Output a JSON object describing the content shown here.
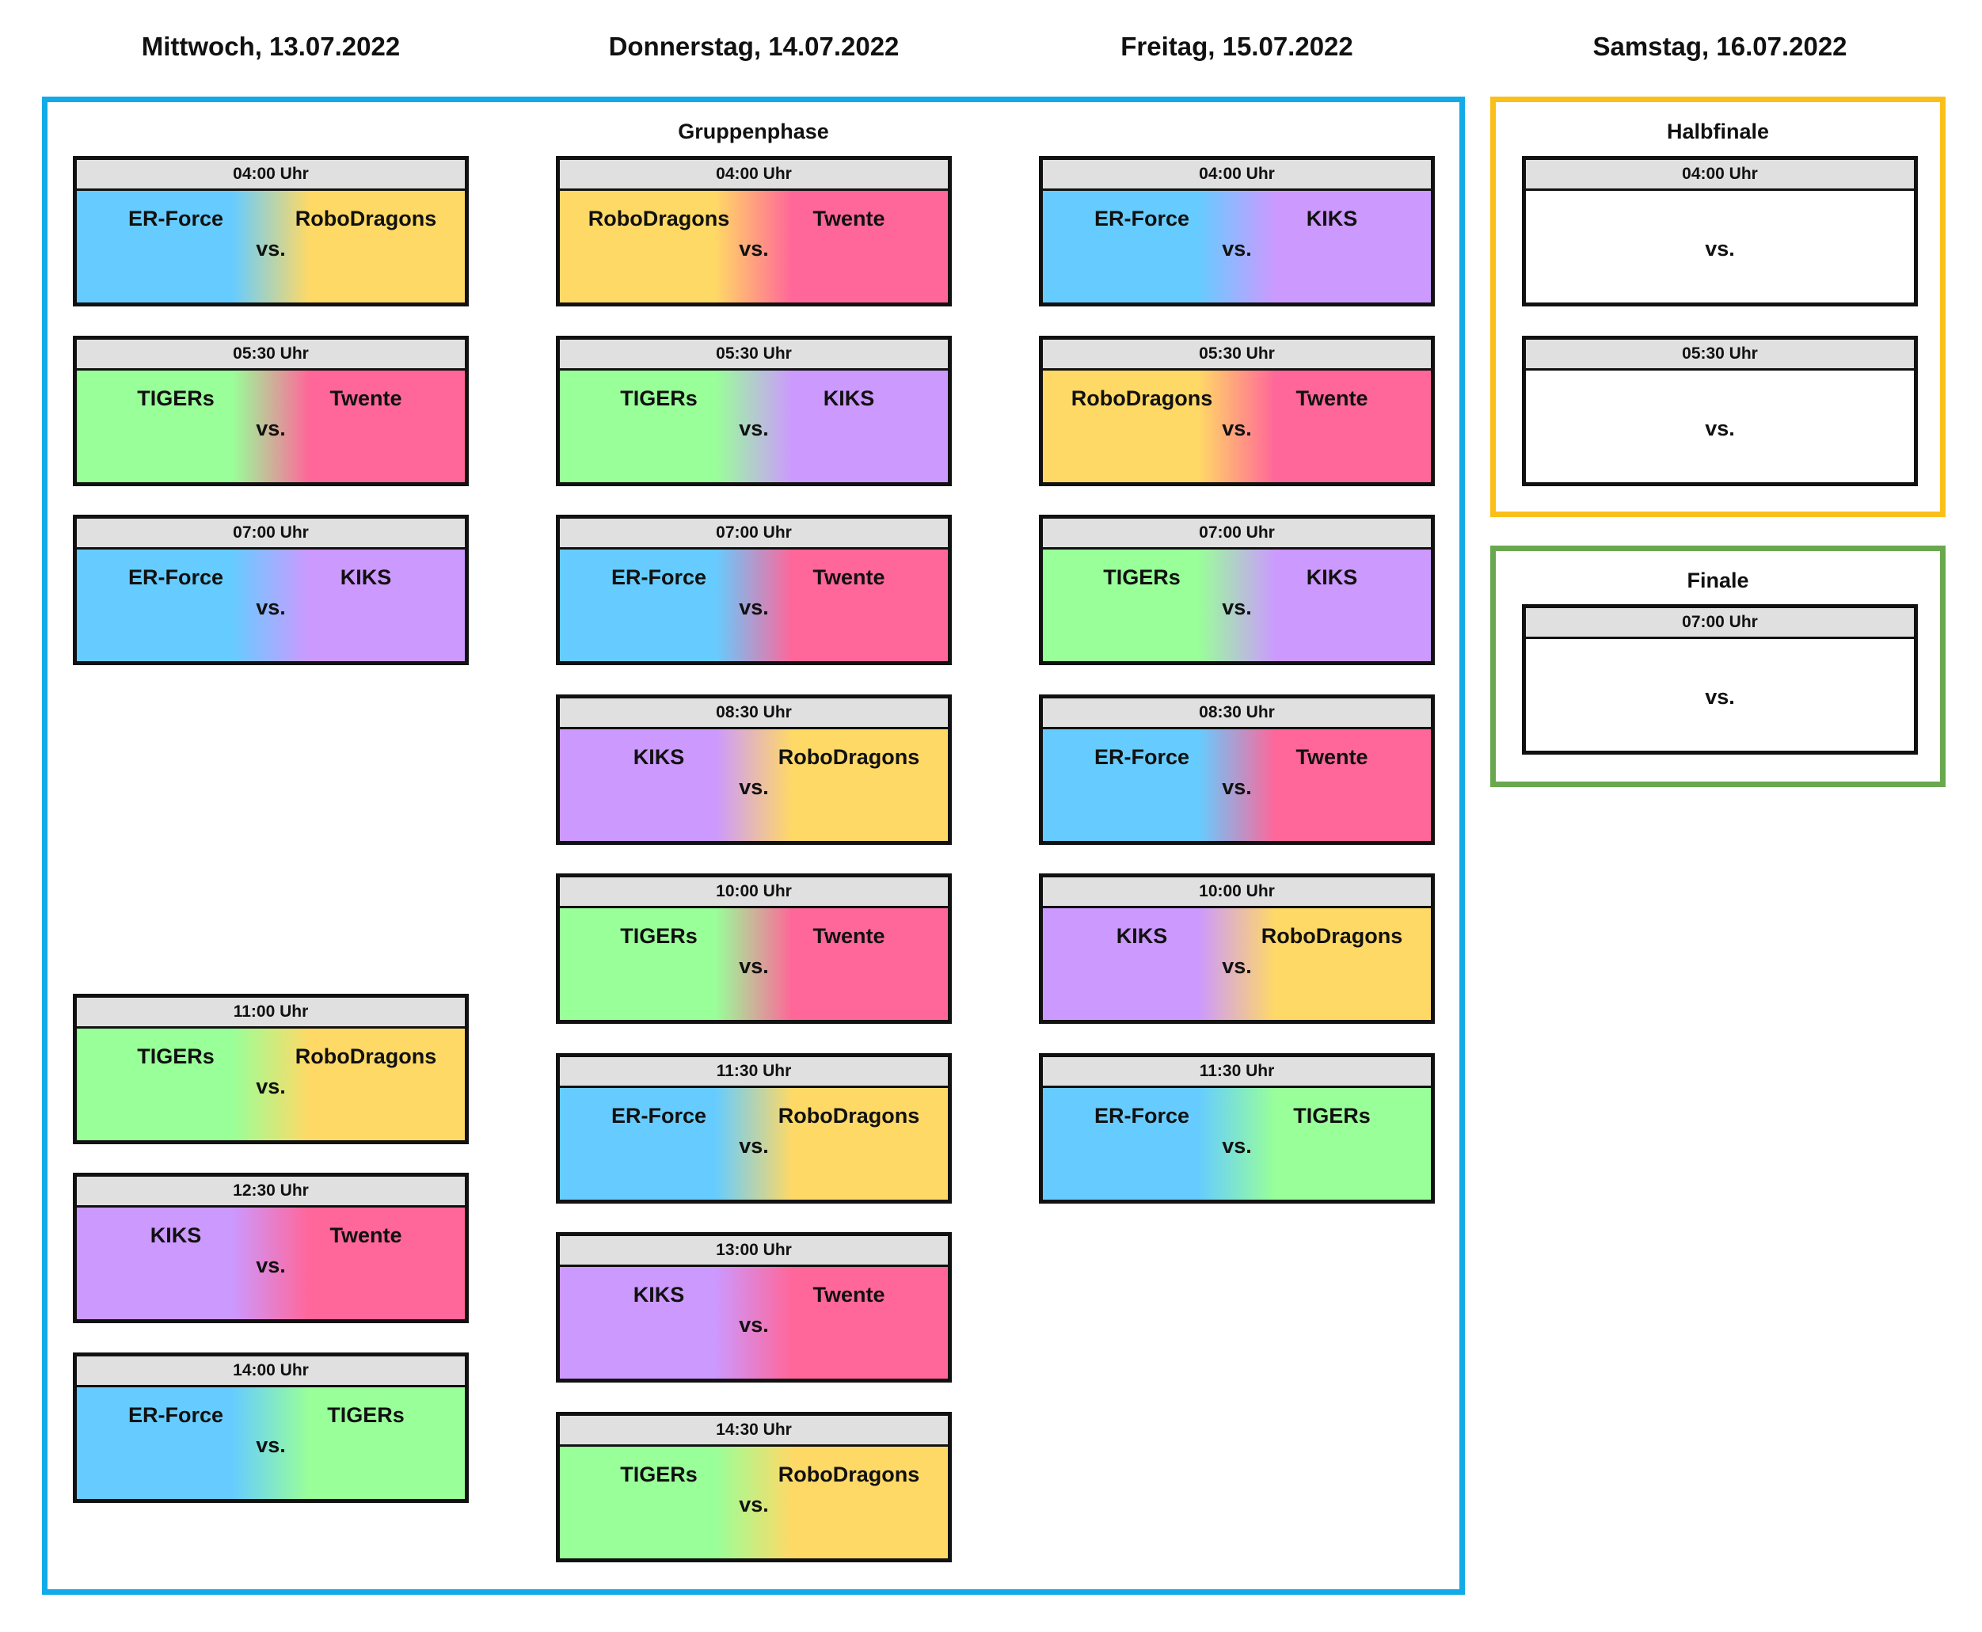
{
  "days": [
    {
      "label": "Mittwoch, 13.07.2022"
    },
    {
      "label": "Donnerstag, 14.07.2022"
    },
    {
      "label": "Freitag, 15.07.2022"
    },
    {
      "label": "Samstag, 16.07.2022"
    }
  ],
  "vs_label": "vs.",
  "colors": {
    "ER-Force": "#66ccff",
    "RoboDragons": "#ffd966",
    "Twente": "#ff6699",
    "TIGERs": "#99ff99",
    "KIKS": "#cc99ff",
    "gruppenphase_frame": "#12abe8",
    "halbfinale_frame": "#fbbf1a",
    "finale_frame": "#6aa84f"
  },
  "stages": {
    "gruppenphase": {
      "title": "Gruppenphase"
    },
    "halbfinale": {
      "title": "Halbfinale"
    },
    "finale": {
      "title": "Finale"
    }
  },
  "matches": [
    {
      "day": 0,
      "slot": 0,
      "time": "04:00 Uhr",
      "home": "ER-Force",
      "away": "RoboDragons"
    },
    {
      "day": 0,
      "slot": 1,
      "time": "05:30 Uhr",
      "home": "TIGERs",
      "away": "Twente"
    },
    {
      "day": 0,
      "slot": 2,
      "time": "07:00 Uhr",
      "home": "ER-Force",
      "away": "KIKS"
    },
    {
      "day": 0,
      "slot": 4.67,
      "time": "11:00 Uhr",
      "home": "TIGERs",
      "away": "RoboDragons"
    },
    {
      "day": 0,
      "slot": 5.67,
      "time": "12:30 Uhr",
      "home": "KIKS",
      "away": "Twente"
    },
    {
      "day": 0,
      "slot": 6.67,
      "time": "14:00 Uhr",
      "home": "ER-Force",
      "away": "TIGERs"
    },
    {
      "day": 1,
      "slot": 0,
      "time": "04:00 Uhr",
      "home": "RoboDragons",
      "away": "Twente"
    },
    {
      "day": 1,
      "slot": 1,
      "time": "05:30 Uhr",
      "home": "TIGERs",
      "away": "KIKS"
    },
    {
      "day": 1,
      "slot": 2,
      "time": "07:00 Uhr",
      "home": "ER-Force",
      "away": "Twente"
    },
    {
      "day": 1,
      "slot": 3,
      "time": "08:30 Uhr",
      "home": "KIKS",
      "away": "RoboDragons"
    },
    {
      "day": 1,
      "slot": 4,
      "time": "10:00 Uhr",
      "home": "TIGERs",
      "away": "Twente"
    },
    {
      "day": 1,
      "slot": 5,
      "time": "11:30 Uhr",
      "home": "ER-Force",
      "away": "RoboDragons"
    },
    {
      "day": 1,
      "slot": 6,
      "time": "13:00 Uhr",
      "home": "KIKS",
      "away": "Twente"
    },
    {
      "day": 1,
      "slot": 7,
      "time": "14:30 Uhr",
      "home": "TIGERs",
      "away": "RoboDragons"
    },
    {
      "day": 2,
      "slot": 0,
      "time": "04:00 Uhr",
      "home": "ER-Force",
      "away": "KIKS"
    },
    {
      "day": 2,
      "slot": 1,
      "time": "05:30 Uhr",
      "home": "RoboDragons",
      "away": "Twente"
    },
    {
      "day": 2,
      "slot": 2,
      "time": "07:00 Uhr",
      "home": "TIGERs",
      "away": "KIKS"
    },
    {
      "day": 2,
      "slot": 3,
      "time": "08:30 Uhr",
      "home": "ER-Force",
      "away": "Twente"
    },
    {
      "day": 2,
      "slot": 4,
      "time": "10:00 Uhr",
      "home": "KIKS",
      "away": "RoboDragons"
    },
    {
      "day": 2,
      "slot": 5,
      "time": "11:30 Uhr",
      "home": "ER-Force",
      "away": "TIGERs"
    },
    {
      "day": 3,
      "slot": 0,
      "time": "04:00 Uhr",
      "home": "",
      "away": ""
    },
    {
      "day": 3,
      "slot": 1,
      "time": "05:30 Uhr",
      "home": "",
      "away": ""
    },
    {
      "day": 3,
      "slot": 2.5,
      "time": "07:00 Uhr",
      "home": "",
      "away": ""
    }
  ]
}
